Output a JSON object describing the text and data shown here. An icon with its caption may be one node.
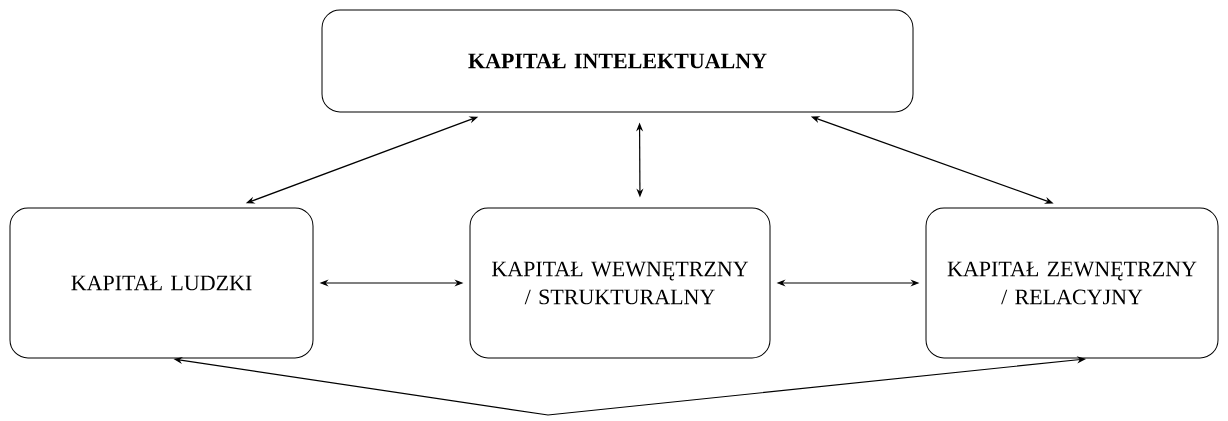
{
  "diagram": {
    "nodes": [
      {
        "text": [
          "KAPITAŁ INTELEKTUALNY"
        ]
      },
      {
        "text": [
          "KAPITAŁ LUDZKI"
        ]
      },
      {
        "text": [
          "KAPITAŁ WEWNĘTRZNY / STRUKTURALNY"
        ]
      },
      {
        "text": [
          "KAPITAŁ ZEWNĘTRZNY / RELACYJNY"
        ]
      }
    ],
    "edges": [
      {
        "from": 0,
        "to": 1,
        "arrow": "both"
      },
      {
        "from": 0,
        "to": 2,
        "arrow": "both"
      },
      {
        "from": 0,
        "to": 3,
        "arrow": "both"
      },
      {
        "from": 1,
        "to": 2,
        "arrow": "both"
      },
      {
        "from": 2,
        "to": 3,
        "arrow": "both"
      },
      {
        "from": 1,
        "to": 3,
        "arrow": "both"
      }
    ]
  }
}
